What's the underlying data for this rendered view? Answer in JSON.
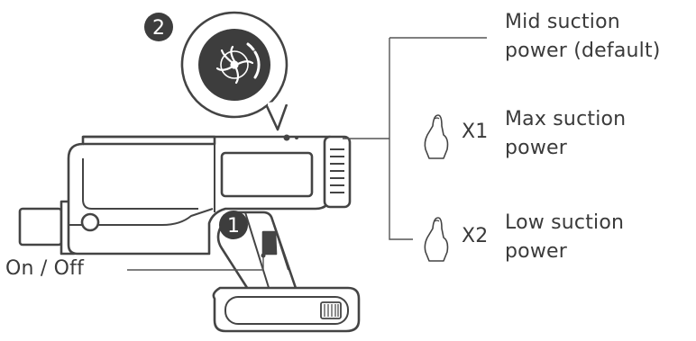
{
  "steps": {
    "power_step": "1",
    "mode_step": "2"
  },
  "labels": {
    "on_off": "On / Off",
    "mid_line1": "Mid suction",
    "mid_line2": "power (default)",
    "max_prefix": "X1",
    "max_line1": "Max suction",
    "max_line2": "power",
    "low_prefix": "X2",
    "low_line1": "Low suction",
    "low_line2": "power"
  },
  "icons": [
    "fan-icon",
    "finger-press-icon"
  ],
  "colors": {
    "ink": "#3a3a3a",
    "badge": "#3d3d3d",
    "outline": "#444444"
  }
}
